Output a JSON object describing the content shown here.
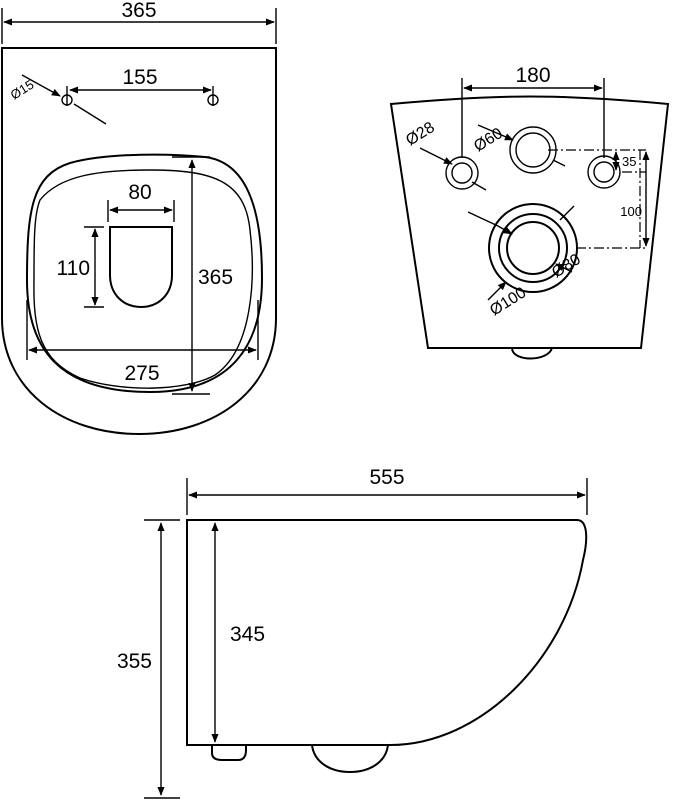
{
  "top_view": {
    "overall_width": "365",
    "hole_spacing": "155",
    "hole_diameter": "Ø15",
    "opening_width": "80",
    "opening_length": "110",
    "bowl_length": "365",
    "bowl_width": "275"
  },
  "rear_view": {
    "bolt_spacing": "180",
    "bolt_diameter": "Ø28",
    "inlet_diameter": "Ø60",
    "bolt_offset": "35",
    "outlet_height": "100",
    "outlet_inner_diameter": "Ø80",
    "outlet_outer_diameter": "Ø100"
  },
  "side_view": {
    "length": "555",
    "height_total": "355",
    "height_body": "345"
  }
}
